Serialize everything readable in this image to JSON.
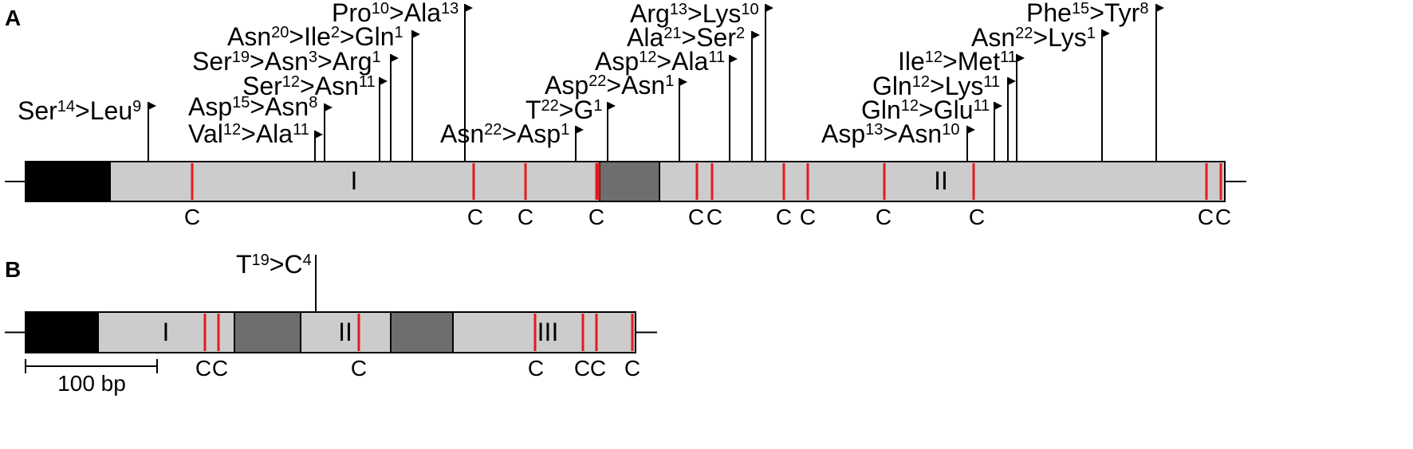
{
  "panels": [
    {
      "letter": "A",
      "domains": [
        "I",
        "II"
      ],
      "cysteine_label": "C",
      "mutations": [
        {
          "from": "Ser",
          "fsup": "14",
          "to": "Leu",
          "tsup": "9"
        },
        {
          "from": "Val",
          "fsup": "12",
          "to": "Ala",
          "tsup": "11"
        },
        {
          "from": "Asp",
          "fsup": "15",
          "to": "Asn",
          "tsup": "8"
        },
        {
          "from": "Ser",
          "fsup": "12",
          "to": "Asn",
          "tsup": "11"
        },
        {
          "from": "Ser",
          "fsup": "19",
          "to": "Asn",
          "tsup": "3",
          "to2": "Arg",
          "t2sup": "1"
        },
        {
          "from": "Asn",
          "fsup": "20",
          "to": "Ile",
          "tsup": "2",
          "to2": "Gln",
          "t2sup": "1"
        },
        {
          "from": "Pro",
          "fsup": "10",
          "to": "Ala",
          "tsup": "13"
        },
        {
          "from": "Asn",
          "fsup": "22",
          "to": "Asp",
          "tsup": "1"
        },
        {
          "from": "T",
          "fsup": "22",
          "to": "G",
          "tsup": "1"
        },
        {
          "from": "Asp",
          "fsup": "22",
          "to": "Asn",
          "tsup": "1"
        },
        {
          "from": "Asp",
          "fsup": "12",
          "to": "Ala",
          "tsup": "11"
        },
        {
          "from": "Ala",
          "fsup": "21",
          "to": "Ser",
          "tsup": "2"
        },
        {
          "from": "Arg",
          "fsup": "13",
          "to": "Lys",
          "tsup": "10"
        },
        {
          "from": "Asp",
          "fsup": "13",
          "to": "Asn",
          "tsup": "10"
        },
        {
          "from": "Gln",
          "fsup": "12",
          "to": "Glu",
          "tsup": "11"
        },
        {
          "from": "Gln",
          "fsup": "12",
          "to": "Lys",
          "tsup": "11"
        },
        {
          "from": "Ile",
          "fsup": "12",
          "to": "Met",
          "tsup": "11"
        },
        {
          "from": "Asn",
          "fsup": "22",
          "to": "Lys",
          "tsup": "1"
        },
        {
          "from": "Phe",
          "fsup": "15",
          "to": "Tyr",
          "tsup": "8"
        }
      ]
    },
    {
      "letter": "B",
      "domains": [
        "I",
        "II",
        "III"
      ],
      "cysteine_label": "C",
      "mutations": [
        {
          "from": "T",
          "fsup": "19",
          "to": "C",
          "tsup": "4"
        }
      ]
    }
  ],
  "scale_bar": {
    "label": "100 bp"
  },
  "colors": {
    "signal_peptide": "#000000",
    "domain_fill": "#cccccc",
    "linker_fill": "#6e6e6e",
    "cysteine_mark": "#e41a1c",
    "outline": "#000000"
  }
}
